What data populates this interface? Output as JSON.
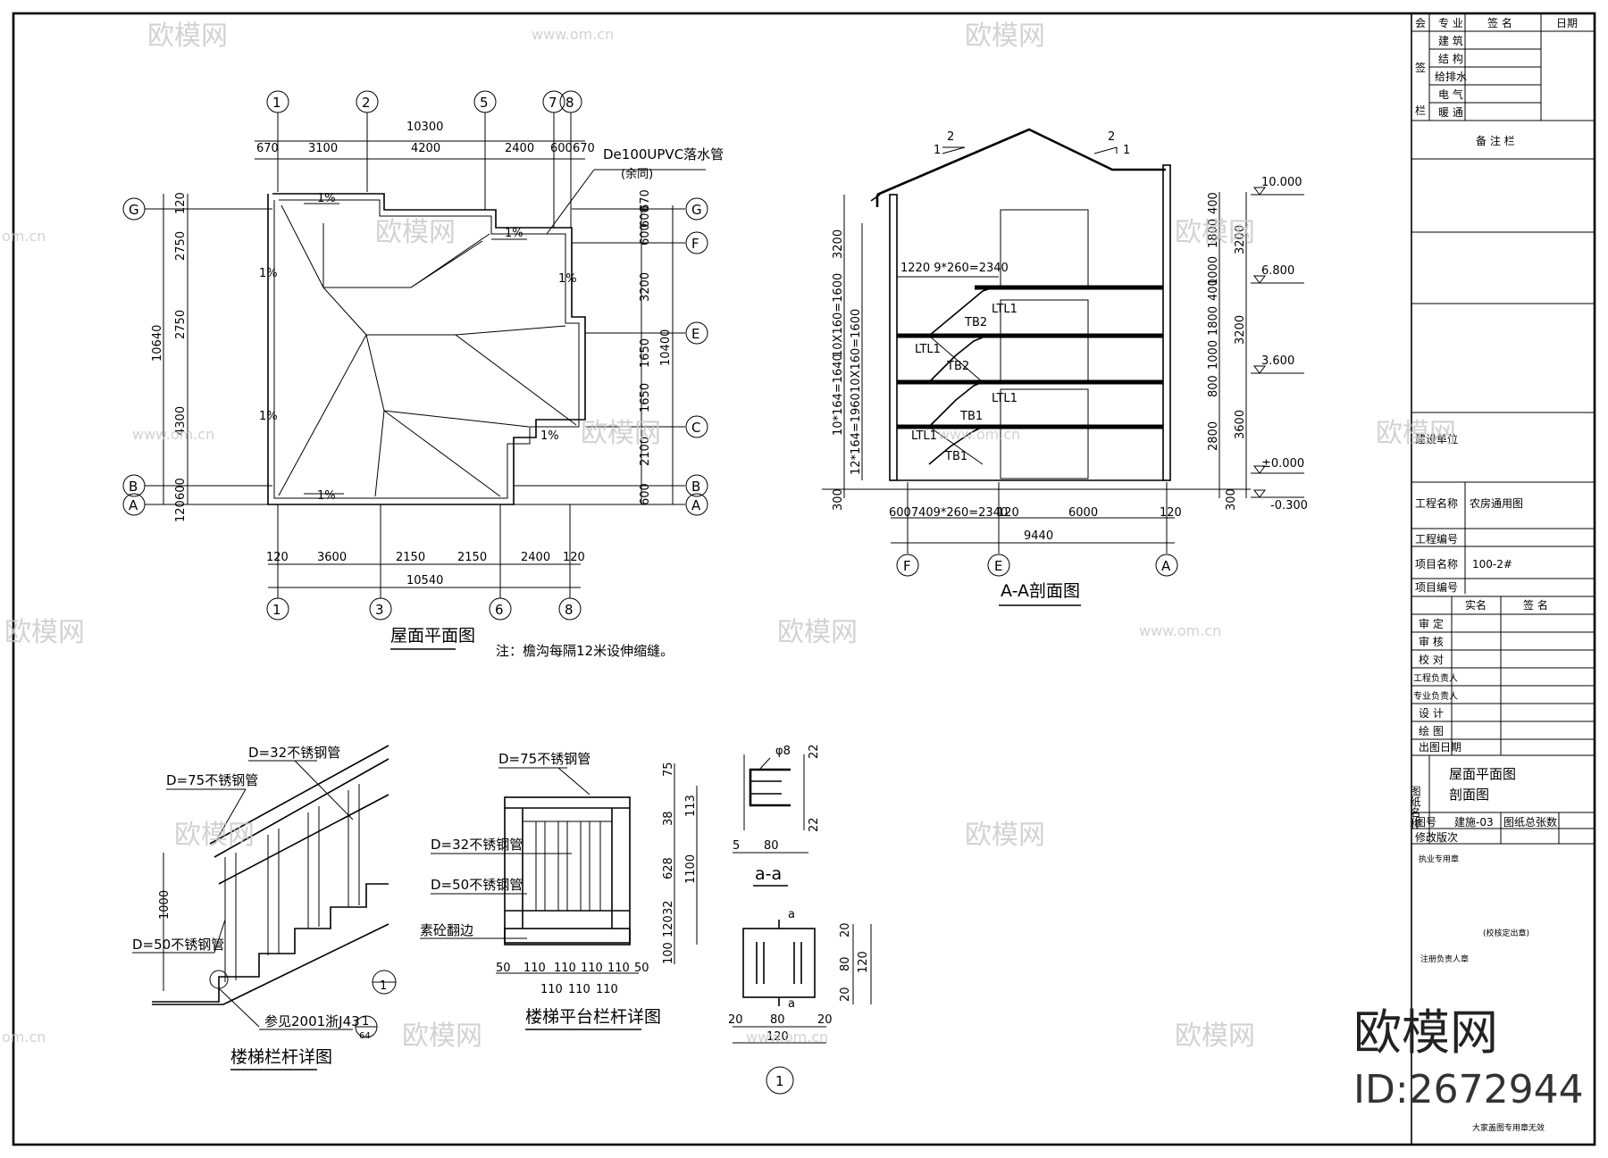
{
  "roof_plan": {
    "title": "屋面平面图",
    "note": "注：檐沟每隔12米设伸缩缝。",
    "drain_label": "De100UPVC落水管",
    "drain_sub": "(余同)",
    "top_axes": [
      "1",
      "2",
      "5",
      "7",
      "8"
    ],
    "bottom_axes": [
      "1",
      "3",
      "6",
      "8"
    ],
    "left_axes": [
      "G",
      "B",
      "A"
    ],
    "right_axes": [
      "G",
      "F",
      "E",
      "C",
      "B",
      "A"
    ],
    "top_total": "10300",
    "top_dims": [
      "670",
      "3100",
      "4200",
      "2400",
      "600",
      "670"
    ],
    "bottom_total": "10540",
    "bottom_dims": [
      "120",
      "3600",
      "2150",
      "2150",
      "2400",
      "120"
    ],
    "left_total": "10640",
    "left_dims": [
      "120",
      "2750",
      "2750",
      "4300",
      "600",
      "120"
    ],
    "right_total": "10400",
    "right_dims": [
      "670",
      "600",
      "600",
      "3200",
      "1650",
      "1650",
      "2100",
      "600"
    ],
    "slopes": [
      "1%",
      "1%",
      "1%",
      "1%",
      "1%",
      "1%",
      "1%"
    ]
  },
  "section": {
    "title": "A-A剖面图",
    "slope_top": [
      "2",
      "1"
    ],
    "elevations": [
      "10.000",
      "6.800",
      "3.600",
      "±0.000",
      "-0.300"
    ],
    "stair_top_dim": "1220 9*260=2340",
    "stair_bottom_dim": "6007409*260=2340",
    "bottom_dims": [
      "120",
      "6000",
      "120"
    ],
    "bottom_total": "9440",
    "left_dims": [
      "3200",
      "10X160=1600",
      "10X160=1600",
      "10*164=1640",
      "12*164=1960",
      "300"
    ],
    "right_dims_a": [
      "400",
      "1800",
      "1000",
      "400",
      "1800",
      "1000",
      "800",
      "2800",
      "300"
    ],
    "right_dims_b": [
      "3200",
      "3200",
      "3600"
    ],
    "labels": [
      "LTL1",
      "TB2",
      "LTL1",
      "TB2",
      "LTL1",
      "TB1",
      "LTL1",
      "TB1"
    ],
    "axes": [
      "F",
      "E",
      "A"
    ]
  },
  "railing": {
    "title": "楼梯栏杆详图",
    "labels": [
      "D=32不锈钢管",
      "D=75不锈钢管",
      "D=50不锈钢管",
      "参见2001浙J43"
    ],
    "dim": "1000",
    "ref_num": "1",
    "ref_sheet": "64",
    "ref_sheet_num": "1"
  },
  "platform_railing": {
    "title": "楼梯平台栏杆详图",
    "labels": [
      "D=75不锈钢管",
      "D=32不锈钢管",
      "D=50不锈钢管",
      "素砼翻边"
    ],
    "right_dims": [
      "75",
      "38",
      "628",
      "32",
      "120",
      "100"
    ],
    "right_total_a": "113",
    "right_total_b": "1100",
    "bottom_dims": [
      "50",
      "110",
      "110",
      "110",
      "110",
      "50"
    ],
    "bottom_dims_lower": [
      "110",
      "110",
      "110"
    ]
  },
  "detail_a": {
    "label_a": "φ8",
    "dims_right": [
      "22",
      "22"
    ],
    "dims_bottom": [
      "5",
      "80"
    ],
    "section_label": "a-a",
    "cut_label": "a",
    "plate_dims_right": [
      "20",
      "80",
      "20"
    ],
    "plate_total": "120",
    "plate_bottom": [
      "20",
      "80",
      "20"
    ],
    "plate_bottom_total": "120",
    "ref": "1"
  },
  "title_block": {
    "sign_headers": [
      "会",
      "专 业",
      "签 名",
      "日期"
    ],
    "disciplines": [
      "建 筑",
      "结 构",
      "给排水",
      "电 气",
      "暖 通"
    ],
    "sign_side": [
      "签",
      "栏"
    ],
    "remarks": "备 注 栏",
    "org": "建设单位",
    "project_label": "工程名称",
    "project_value": "农房通用图",
    "eng_no_label": "工程编号",
    "item_label": "项目名称",
    "item_value": "100-2#",
    "item_no_label": "项目编号",
    "name_headers": [
      "实名",
      "签 名"
    ],
    "roles": [
      "审 定",
      "审 核",
      "校 对",
      "工程负责人",
      "专业负责人",
      "设 计",
      "绘 图",
      "出图日期"
    ],
    "drawing_name_label": "图纸名称",
    "drawing_name": [
      "屋面平面图",
      "剖面图"
    ],
    "drawing_no_label": "图号",
    "drawing_no": "建施-03",
    "sheets_label": "图纸总张数",
    "revision_label": "修改版次",
    "seal1": "执业专用章",
    "seal2": "(校核定出章)",
    "seal3": "注册负责人章",
    "footer": "大家盖图专用章无效"
  },
  "watermark": {
    "brand": "欧模网",
    "url": "www.om.cn",
    "short": "om.cn",
    "id": "ID:2672944"
  }
}
